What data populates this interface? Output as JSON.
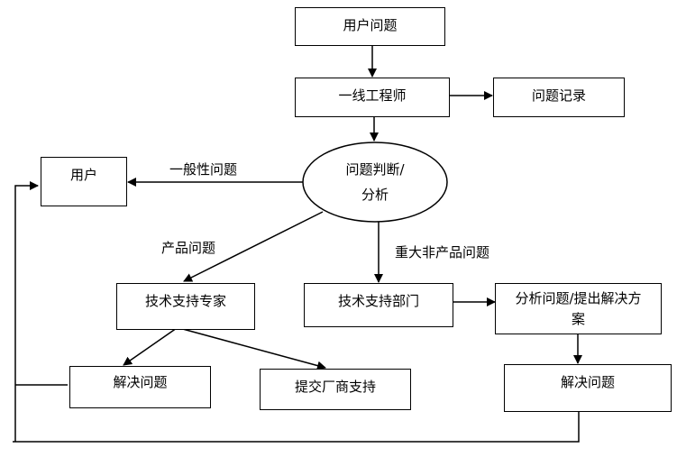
{
  "nodes": {
    "user_problem": "用户问题",
    "frontline_engineer": "一线工程师",
    "problem_record": "问题记录",
    "judge_analyze_line1": "问题判断/",
    "judge_analyze_line2": "分析",
    "user": "用户",
    "tech_support_expert": "技术支持专家",
    "tech_support_dept": "技术支持部门",
    "analyze_propose_line1": "分析问题/提出解决方",
    "analyze_propose_line2": "案",
    "solve_problem_left": "解决问题",
    "submit_vendor_support": "提交厂商支持",
    "solve_problem_right": "解决问题"
  },
  "edge_labels": {
    "general_problem": "一般性问题",
    "product_problem": "产品问题",
    "major_non_product_problem": "重大非产品问题"
  }
}
